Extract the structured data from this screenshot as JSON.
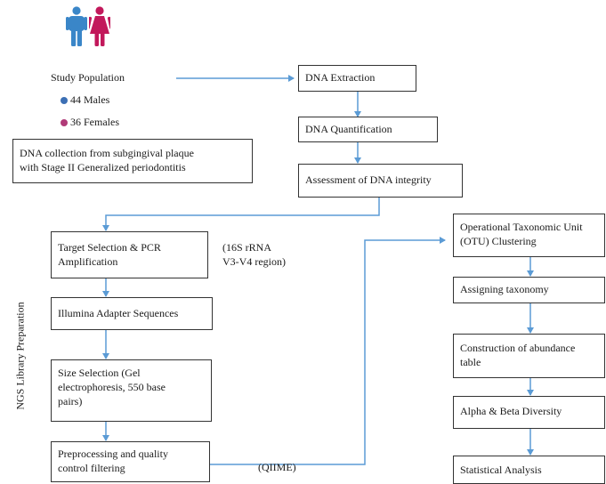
{
  "colors": {
    "arrow": "#5b9bd5",
    "male": "#3a86c8",
    "female": "#c2185b",
    "male_dot": "#3c6fb4",
    "female_dot": "#b03a78"
  },
  "icons": [
    "male-person-icon",
    "female-person-icon"
  ],
  "population": {
    "title": "Study Population",
    "males": "44 Males",
    "females": "36 Females"
  },
  "collection": "DNA collection from subgingival plaque\nwith Stage II Generalized periodontitis",
  "steps": {
    "extraction": "DNA Extraction",
    "quantification": "DNA Quantification",
    "integrity": "Assessment of DNA integrity"
  },
  "library": {
    "side_label": "NGS Library Preparation",
    "target": "Target Selection & PCR\nAmplification",
    "target_note": "(16S rRNA\nV3-V4 region)",
    "adapter": "Illumina Adapter Sequences",
    "size": "Size Selection (Gel\nelectrophoresis, 550 base\npairs)",
    "preprocess": "Preprocessing and quality\ncontrol filtering"
  },
  "qiime": "(QIIME)",
  "analysis": {
    "otu": "Operational Taxonomic Unit\n(OTU) Clustering",
    "taxonomy": "Assigning taxonomy",
    "abundance": "Construction of abundance\ntable",
    "diversity": "Alpha & Beta Diversity",
    "statistical": "Statistical Analysis"
  }
}
